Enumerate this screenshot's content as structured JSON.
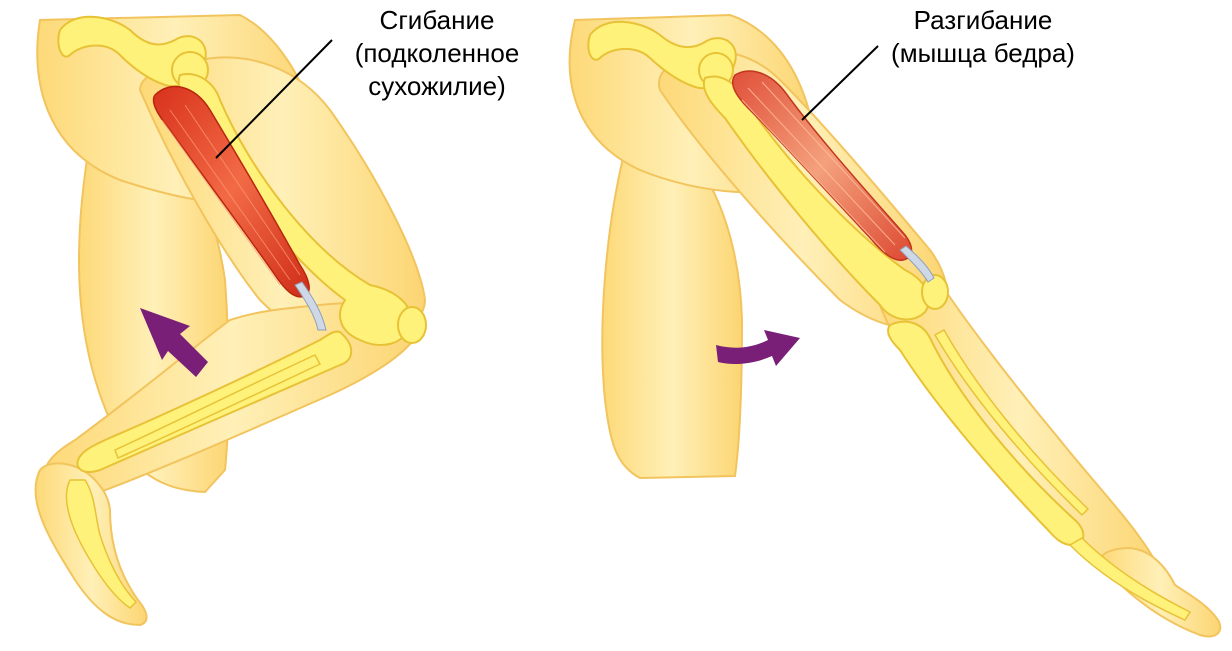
{
  "panels": [
    {
      "id": "flexion",
      "label_lines": [
        "Сгибание",
        "(подколенное",
        "сухожилие)"
      ],
      "arrow_direction": "up-left"
    },
    {
      "id": "extension",
      "label_lines": [
        "Разгибание",
        "(мышца бедра)"
      ],
      "arrow_direction": "forward-right"
    }
  ],
  "colors": {
    "skin": "#fde89a",
    "skin_outline": "#f4c760",
    "bone": "#fff27a",
    "bone_outline": "#e8c236",
    "muscle": "#e8482a",
    "muscle_light": "#f47e55",
    "arrow": "#7a1f78",
    "tendon": "#cfd8e6",
    "leader_line": "#000000"
  }
}
